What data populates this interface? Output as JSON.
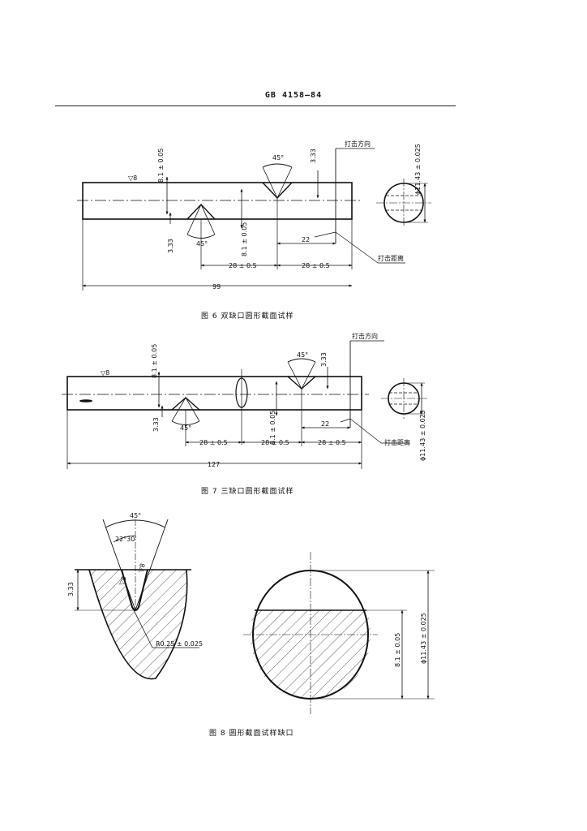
{
  "header": {
    "standard_number": "GB 4158—84"
  },
  "figure6": {
    "caption": "图 6   双缺口圆形截面试样",
    "surface_symbol": "▽8",
    "angle_top": "45°",
    "angle_bottom": "45°",
    "dim_depth_top": "3.33",
    "dim_depth_bottom": "3.33",
    "dim_remaining_top": "8.1 ± 0.05",
    "dim_remaining_bottom": "8.1 ± 0.05",
    "dim_spacing_left": "28 ± 0.5",
    "dim_spacing_right": "28 ± 0.5",
    "dim_22": "22",
    "dim_length": "99",
    "label_strike_direction": "打击方向",
    "label_strike_distance": "打击距离",
    "dim_diameter": "ϕ11.43 ± 0.025"
  },
  "figure7": {
    "caption": "图 7   三缺口圆形截面试样",
    "surface_symbol": "▽8",
    "angle_top": "45°",
    "angle_bottom": "45°",
    "dim_depth_top": "3.33",
    "dim_depth_bottom": "3.33",
    "dim_remaining_top": "8.1 ± 0.05",
    "dim_remaining_bottom": "8.1 ± 0.05",
    "dim_spacing_1": "28 ± 0.5",
    "dim_spacing_2": "28 ± 0.5",
    "dim_spacing_3": "28 ± 0.5",
    "dim_22": "22",
    "dim_length": "127",
    "label_strike_direction": "打击方向",
    "label_strike_distance": "打击距离",
    "dim_diameter": "ϕ11.43 ± 0.025"
  },
  "figure8": {
    "caption": "图 8   圆形截面试样缺口",
    "angle_total": "45°",
    "angle_half": "22°30'",
    "surface_symbol_left": "▽8",
    "surface_symbol_right": "▽8",
    "dim_depth": "3.33",
    "dim_radius": "R0.25 ± 0.025",
    "dim_remaining": "8.1 ± 0.05",
    "dim_diameter": "ϕ11.43 ± 0.025"
  }
}
